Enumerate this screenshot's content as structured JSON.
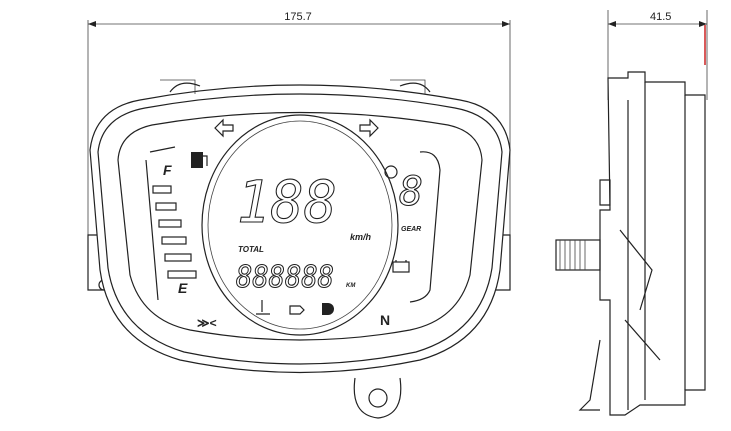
{
  "dimensions": {
    "width_label": "175.7",
    "depth_label": "41.5"
  },
  "fuel_gauge": {
    "full_label": "F",
    "empty_label": "E",
    "bars": 6
  },
  "speedometer": {
    "digits": "188",
    "unit": "km/h"
  },
  "gear": {
    "digit": "8",
    "label": "GEAR"
  },
  "odometer": {
    "label": "TOTAL",
    "digits": "888888",
    "unit": "KM"
  },
  "neutral": {
    "label": "N"
  },
  "icons": [
    "left-turn-icon",
    "right-turn-icon",
    "fuel-pump-icon",
    "battery-icon",
    "high-beam-icon",
    "coolant-temp-icon",
    "oil-icon",
    "headlight-icon"
  ],
  "colors": {
    "line": "#222222",
    "dimension_mark": "#cc2222"
  }
}
